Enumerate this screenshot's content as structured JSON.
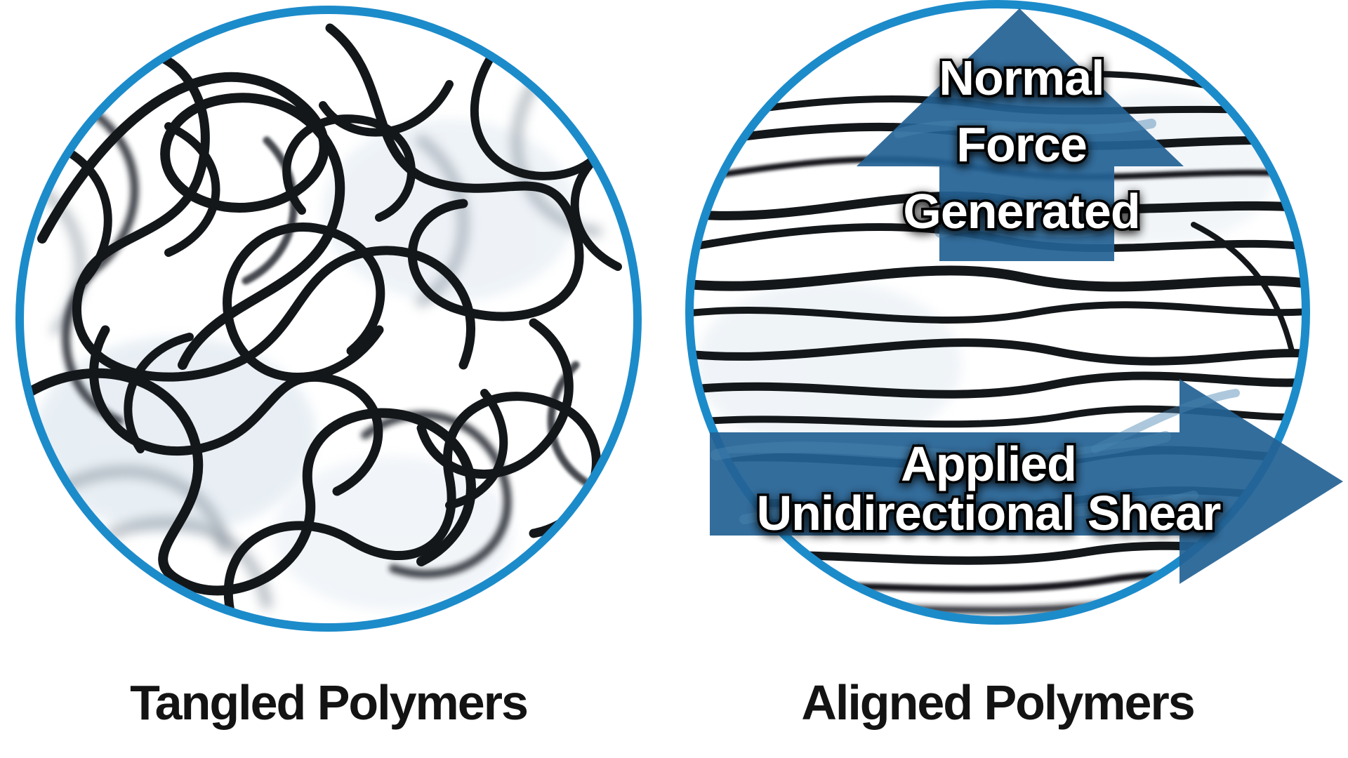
{
  "left": {
    "caption": "Tangled Polymers"
  },
  "right": {
    "caption": "Aligned Polymers",
    "up_label": [
      "Normal",
      "Force",
      "Generated"
    ],
    "shear_label": [
      "Applied",
      "Unidirectional Shear"
    ]
  },
  "colors": {
    "circle_border": "#1c8bca",
    "arrow_blue": "#246294",
    "arrow_text": "#ffffff",
    "caption_text": "#131313",
    "wire_black": "#14171a"
  }
}
